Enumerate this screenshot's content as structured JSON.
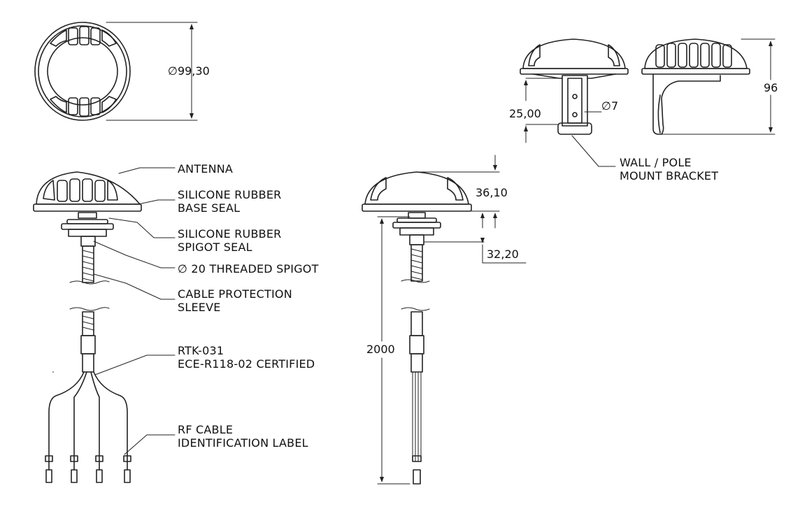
{
  "dimensions": {
    "top_diameter": "∅99,30",
    "height_96": "96",
    "bracket_25": "25,00",
    "bracket_dia": "∅7",
    "dome_height": "36,10",
    "spigot_len": "32,20",
    "cable_len": "2000"
  },
  "callouts": {
    "antenna": "ANTENNA",
    "base_seal_1": "SILICONE RUBBER",
    "base_seal_2": "BASE SEAL",
    "spigot_seal_1": "SILICONE RUBBER",
    "spigot_seal_2": "SPIGOT SEAL",
    "threaded_spigot": "∅ 20 THREADED SPIGOT",
    "sleeve_1": "CABLE PROTECTION",
    "sleeve_2": "SLEEVE",
    "rtk_1": "RTK-031",
    "rtk_2": "ECE-R118-02 CERTIFIED",
    "rf_1": "RF CABLE",
    "rf_2": "IDENTIFICATION LABEL",
    "bracket_1": "WALL / POLE",
    "bracket_2": "MOUNT BRACKET"
  }
}
